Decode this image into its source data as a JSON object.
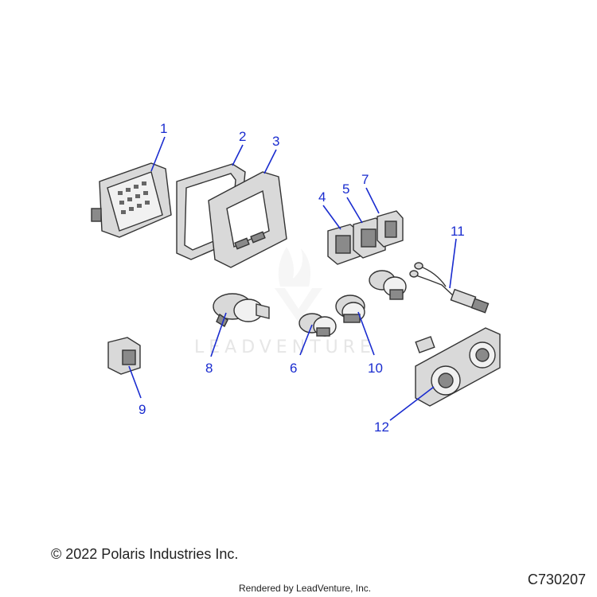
{
  "callouts": [
    "1",
    "2",
    "3",
    "4",
    "5",
    "6",
    "7",
    "8",
    "9",
    "10",
    "11",
    "12"
  ],
  "watermark": "LEADVENTURE",
  "footer": {
    "copyright": "© 2022 Polaris Industries Inc.",
    "diagram_code": "C730207",
    "rendered_by": "Rendered by LeadVenture, Inc."
  },
  "colors": {
    "callout": "#1a2ccf"
  }
}
